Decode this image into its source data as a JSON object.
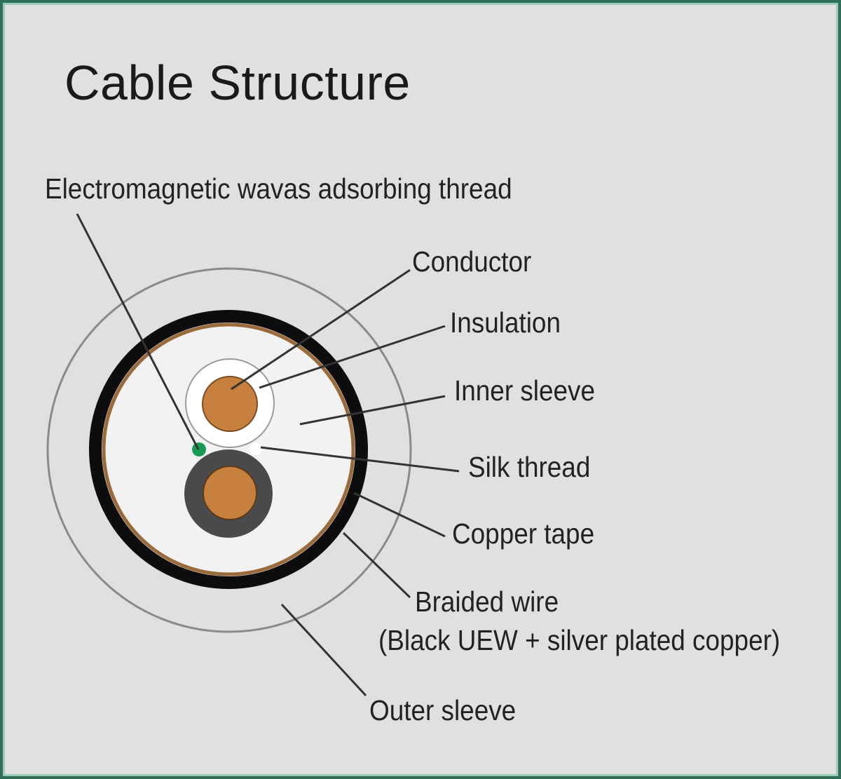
{
  "title": "Cable Structure",
  "labels": {
    "em_thread": "Electromagnetic wavas adsorbing thread",
    "conductor": "Conductor",
    "insulation": "Insulation",
    "inner_sleeve": "Inner sleeve",
    "silk_thread": "Silk thread",
    "copper_tape": "Copper tape",
    "braided_wire": "Braided wire",
    "braided_wire_note": "(Black UEW + silver plated copper)",
    "outer_sleeve": "Outer sleeve"
  },
  "colors": {
    "border": "#2f6e57",
    "copper": "#c8803f",
    "braid": "#0d0d0d",
    "em_thread": "#1a9a55",
    "second_insulation": "#4a4a4c"
  }
}
